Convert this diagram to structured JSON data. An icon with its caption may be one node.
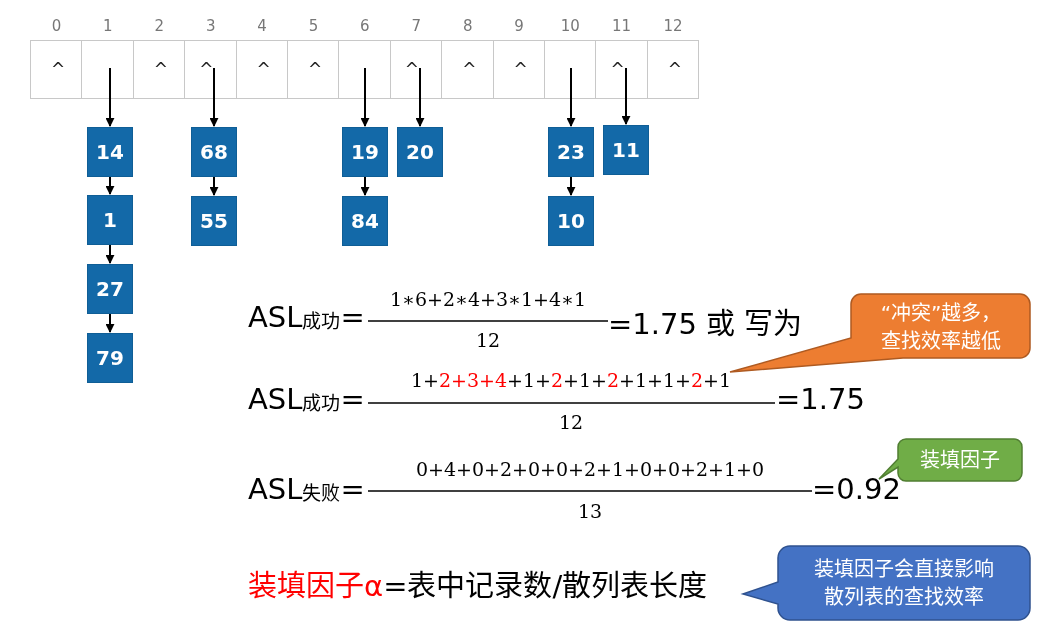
{
  "diagram": {
    "nodes": [
      {
        "text": [
          "^"
        ],
        "beside": [
          "0"
        ]
      },
      {
        "text": [],
        "shape": "box",
        "beside": [
          "1"
        ]
      },
      {
        "text": [
          "^"
        ],
        "beside": [
          "2"
        ]
      },
      {
        "text": [
          "^"
        ],
        "beside": [
          "3"
        ]
      },
      {
        "text": [
          "^"
        ],
        "beside": [
          "4"
        ]
      },
      {
        "text": [
          "^"
        ],
        "beside": [
          "5"
        ]
      },
      {
        "text": [],
        "shape": "box",
        "beside": [
          "6"
        ]
      },
      {
        "text": [
          "^"
        ],
        "beside": [
          "7"
        ]
      },
      {
        "text": [
          "^"
        ],
        "beside": [
          "8"
        ]
      },
      {
        "text": [
          "^"
        ],
        "beside": [
          "9"
        ]
      },
      {
        "text": [],
        "shape": "box",
        "beside": [
          "10"
        ]
      },
      {
        "text": [
          "^"
        ],
        "beside": [
          "11"
        ]
      },
      {
        "text": [
          "^"
        ],
        "beside": [
          "12"
        ]
      },
      {
        "text": [
          "14"
        ]
      },
      {
        "text": [
          "1"
        ]
      },
      {
        "text": [
          "27"
        ]
      },
      {
        "text": [
          "79"
        ]
      },
      {
        "text": [
          "68"
        ]
      },
      {
        "text": [
          "55"
        ]
      },
      {
        "text": [
          "19"
        ]
      },
      {
        "text": [
          "84"
        ]
      },
      {
        "text": [
          "20"
        ]
      },
      {
        "text": [
          "23"
        ]
      },
      {
        "text": [
          "10"
        ]
      },
      {
        "text": [
          "11"
        ]
      },
      {
        "text": [
          "“冲突”越多，查找效率越低"
        ]
      },
      {
        "text": [
          "装填因子"
        ]
      },
      {
        "text": [
          "装填因子会直接影响散列表的查找效率"
        ]
      }
    ],
    "edges": [
      {
        "from": 1,
        "to": 13,
        "arrow": "to"
      },
      {
        "from": 13,
        "to": 14,
        "arrow": "to"
      },
      {
        "from": 14,
        "to": 15,
        "arrow": "to"
      },
      {
        "from": 15,
        "to": 16,
        "arrow": "to"
      },
      {
        "from": 3,
        "to": 17,
        "arrow": "to"
      },
      {
        "from": 17,
        "to": 18,
        "arrow": "to"
      },
      {
        "from": 6,
        "to": 19,
        "arrow": "to"
      },
      {
        "from": 19,
        "to": 20,
        "arrow": "to"
      },
      {
        "from": 7,
        "to": 21,
        "arrow": "to"
      },
      {
        "from": 10,
        "to": 22,
        "arrow": "to"
      },
      {
        "from": 22,
        "to": 23,
        "arrow": "to"
      },
      {
        "from": 11,
        "to": 24,
        "arrow": "to"
      }
    ],
    "labels": [
      "ASL$_{成功}$=",
      "1∗6+2∗4+3∗1+4∗1",
      "12",
      "=1.75 或 写为",
      "ASL$_{成功}$=",
      "1+",
      "2+3+4",
      "+1+",
      "2",
      "+1+",
      "2",
      "+1+1+",
      "2",
      "+1",
      "12",
      "=1.75",
      "ASL$_{失败}$=",
      "0+4+0+2+0+0+2+1+0+0+2+1+0",
      "13",
      "=0.92",
      "装填因子α",
      "=表中记录数/散列表长度"
    ]
  }
}
